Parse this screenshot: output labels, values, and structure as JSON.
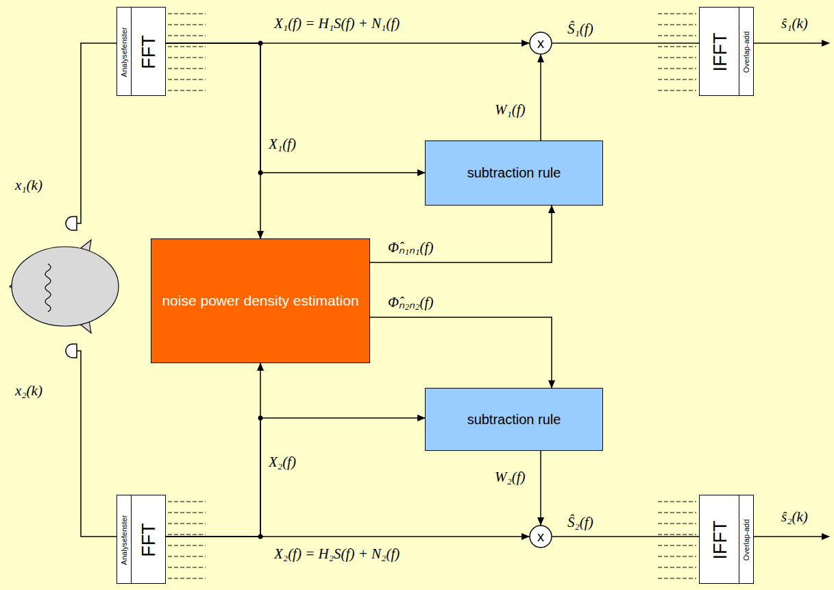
{
  "diagram": {
    "nodes": [
      {
        "text": [
          "Analysefenster",
          "FFT"
        ]
      },
      {
        "text": [
          "x"
        ]
      },
      {
        "text": [
          "IFFT",
          "Overlap-add"
        ]
      },
      {
        "text": [
          "subtraction rule"
        ]
      },
      {
        "text": [
          "noise power density estimation"
        ]
      },
      {
        "text": [
          "subtraction rule"
        ]
      },
      {
        "text": [
          "Analysefenster",
          "FFT"
        ]
      },
      {
        "text": [
          "x"
        ]
      },
      {
        "text": [
          "IFFT",
          "Overlap-add"
        ]
      }
    ],
    "edges": [
      {
        "from": 0,
        "to": 1,
        "arrow": "to",
        "label": "X₁(f) = H₁S(f) + N₁(f)"
      },
      {
        "from": 1,
        "to": 2,
        "arrow": "none",
        "label": "Ŝ₁(f)"
      },
      {
        "from": 0,
        "to": 3,
        "arrow": "to",
        "label": "X₁(f)"
      },
      {
        "from": 0,
        "to": 4,
        "arrow": "to"
      },
      {
        "from": 3,
        "to": 1,
        "arrow": "to",
        "label": "W₁(f)"
      },
      {
        "from": 4,
        "to": 3,
        "arrow": "to",
        "label": "Φ̂ₙ₁ₙ₁(f)"
      },
      {
        "from": 4,
        "to": 5,
        "arrow": "to",
        "label": "Φ̂ₙ₂ₙ₂(f)"
      },
      {
        "from": 6,
        "to": 5,
        "arrow": "to"
      },
      {
        "from": 6,
        "to": 4,
        "arrow": "to",
        "label": "X₂(f)"
      },
      {
        "from": 5,
        "to": 7,
        "arrow": "to",
        "label": "W₂(f)"
      },
      {
        "from": 6,
        "to": 7,
        "arrow": "to",
        "label": "X₂(f) = H₂S(f) + N₂(f)"
      },
      {
        "from": 7,
        "to": 8,
        "arrow": "none",
        "label": "Ŝ₂(f)"
      }
    ],
    "labels": [
      "x₁(k)",
      "x₂(k)",
      "ŝ₁(k)",
      "ŝ₂(k)"
    ]
  }
}
